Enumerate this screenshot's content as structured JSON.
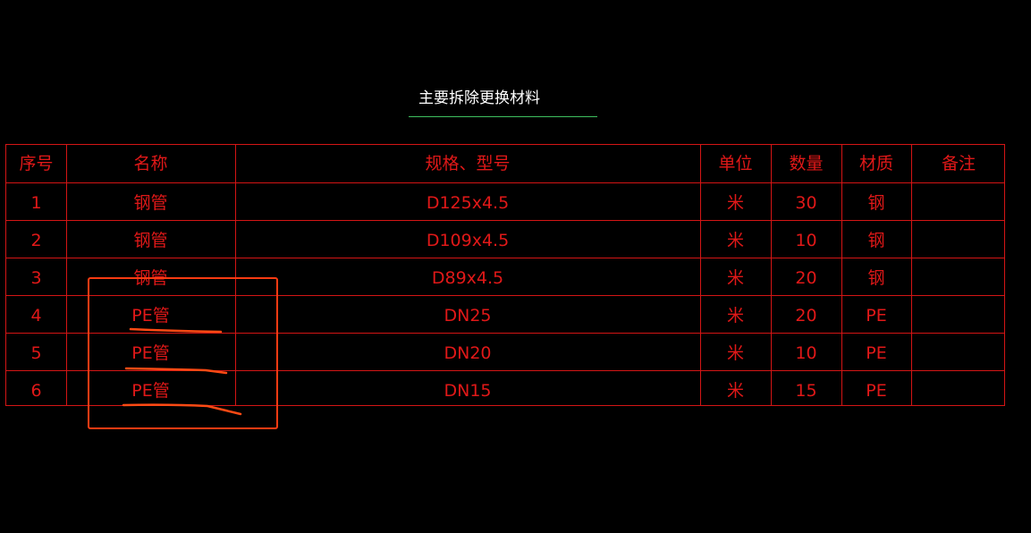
{
  "title": "主要拆除更换材料",
  "columns": [
    "序号",
    "名称",
    "规格、型号",
    "单位",
    "数量",
    "材质",
    "备注"
  ],
  "rows": [
    {
      "no": "1",
      "name": "钢管",
      "spec": "D125x4.5",
      "unit": "米",
      "qty": "30",
      "material": "钢",
      "note": ""
    },
    {
      "no": "2",
      "name": "钢管",
      "spec": "D109x4.5",
      "unit": "米",
      "qty": "10",
      "material": "钢",
      "note": ""
    },
    {
      "no": "3",
      "name": "钢管",
      "spec": "D89x4.5",
      "unit": "米",
      "qty": "20",
      "material": "钢",
      "note": ""
    },
    {
      "no": "4",
      "name": "PE管",
      "spec": "DN25",
      "unit": "米",
      "qty": "20",
      "material": "PE",
      "note": ""
    },
    {
      "no": "5",
      "name": "PE管",
      "spec": "DN20",
      "unit": "米",
      "qty": "10",
      "material": "PE",
      "note": ""
    },
    {
      "no": "6",
      "name": "PE管",
      "spec": "DN15",
      "unit": "米",
      "qty": "15",
      "material": "PE",
      "note": ""
    }
  ],
  "colors": {
    "background": "#000000",
    "grid": "#d41515",
    "text": "#e01818",
    "title": "#ffffff",
    "title_underline": "#3fbf5f",
    "annotation": "#ff3b12"
  }
}
